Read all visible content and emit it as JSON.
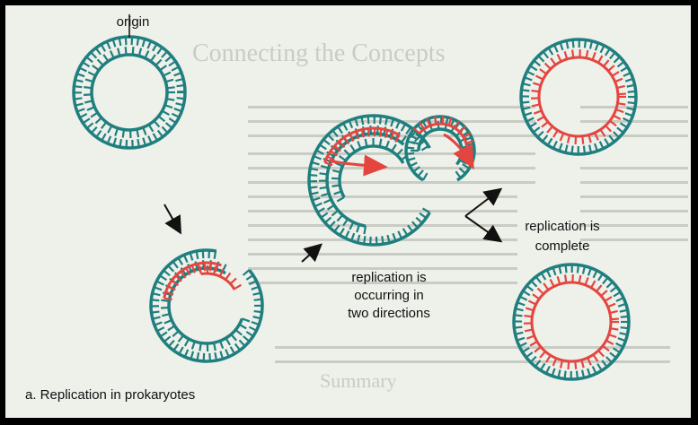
{
  "figure": {
    "caption": "a. Replication in prokaryotes",
    "labels": {
      "origin": "origin",
      "bidirectional": "replication is\noccurring in\ntwo directions",
      "complete": "replication is\ncomplete"
    },
    "background_text": {
      "heading": "Connecting the Concepts",
      "section": "Summary"
    }
  },
  "colors": {
    "strand": "#1f7f7f",
    "new_strand": "#e5453f",
    "background": "#eef0ea",
    "ghost_text": "#c9ccc4",
    "arrow": "#111111"
  }
}
